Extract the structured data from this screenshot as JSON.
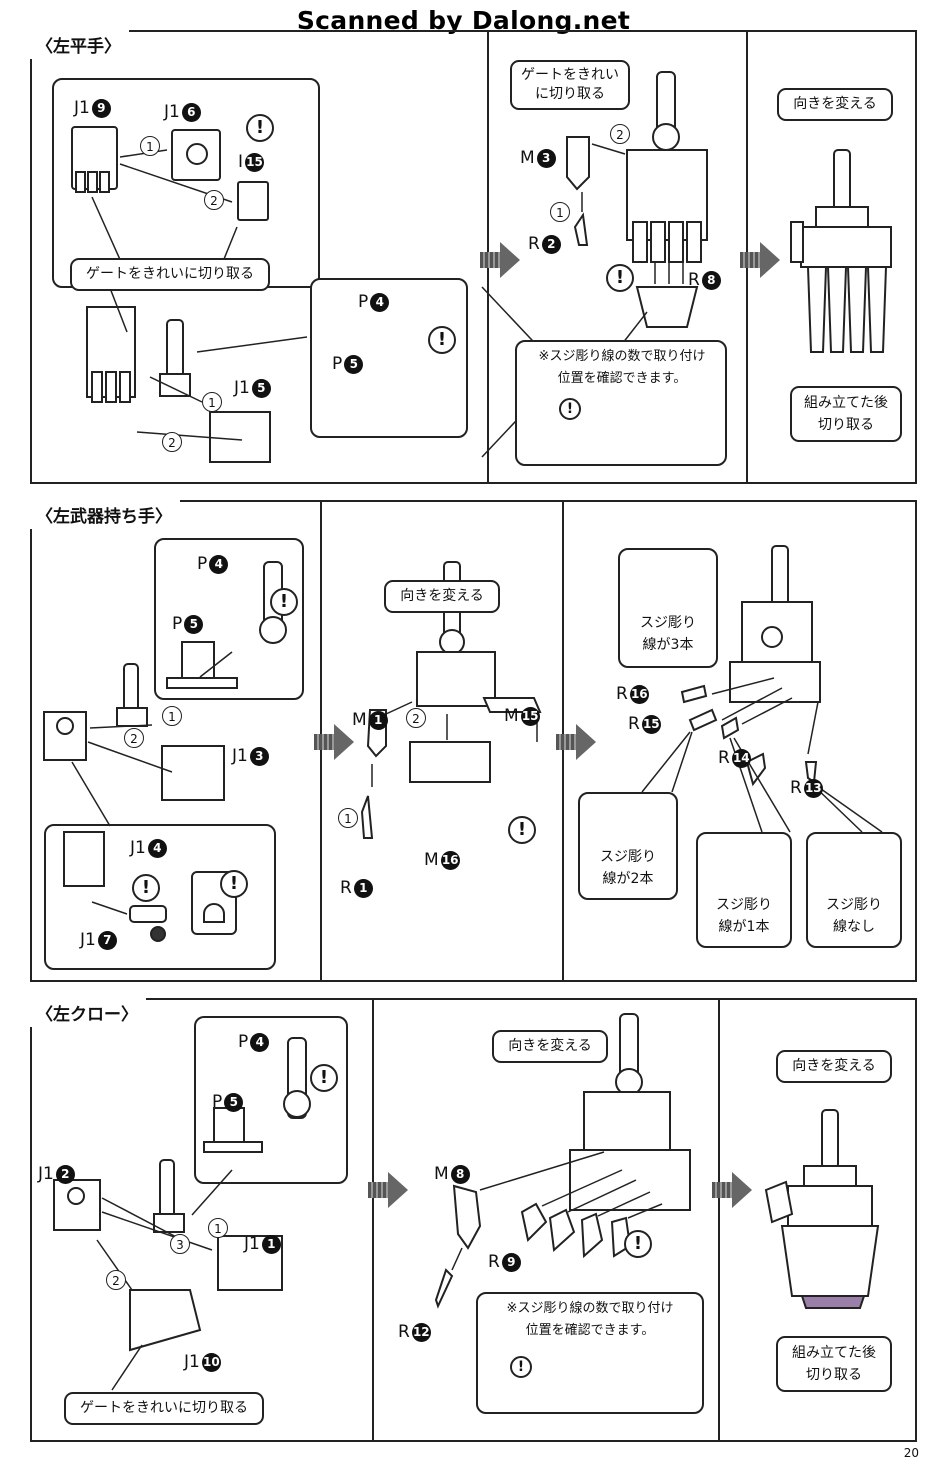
{
  "watermark": "Scanned by Dalong.net",
  "page_number": "20",
  "sections": {
    "left_flat_hand": {
      "title": "〈左平手〉",
      "parts": {
        "j1_9": {
          "letter": "J1",
          "num": "9"
        },
        "j1_6": {
          "letter": "J1",
          "num": "6"
        },
        "i_15": {
          "letter": "I",
          "num": "15"
        },
        "p_4": {
          "letter": "P",
          "num": "4"
        },
        "p_5": {
          "letter": "P",
          "num": "5"
        },
        "j1_5": {
          "letter": "J1",
          "num": "5"
        },
        "m_3": {
          "letter": "M",
          "num": "3"
        },
        "r_2": {
          "letter": "R",
          "num": "2"
        },
        "r_8": {
          "letter": "R",
          "num": "8"
        }
      },
      "callouts": {
        "gate_cut_1": "ゲートをきれいに切り取る",
        "gate_cut_2_line1": "ゲートをきれい",
        "gate_cut_2_line2": "に切り取る",
        "turn": "向きを変える",
        "cut_after_line1": "組み立てた後",
        "cut_after_line2": "切り取る",
        "note_line1": "※スジ彫り線の数で取り付け",
        "note_line2": "位置を確認できます。"
      }
    },
    "left_weapon_hand": {
      "title": "〈左武器持ち手〉",
      "parts": {
        "p_4": {
          "letter": "P",
          "num": "4"
        },
        "p_5": {
          "letter": "P",
          "num": "5"
        },
        "j1_3": {
          "letter": "J1",
          "num": "3"
        },
        "j1_4": {
          "letter": "J1",
          "num": "4"
        },
        "j1_7": {
          "letter": "J1",
          "num": "7"
        },
        "m_1": {
          "letter": "M",
          "num": "1"
        },
        "m_15": {
          "letter": "M",
          "num": "15"
        },
        "m_16": {
          "letter": "M",
          "num": "16"
        },
        "r_1": {
          "letter": "R",
          "num": "1"
        },
        "r_16": {
          "letter": "R",
          "num": "16"
        },
        "r_15": {
          "letter": "R",
          "num": "15"
        },
        "r_14": {
          "letter": "R",
          "num": "14"
        },
        "r_13": {
          "letter": "R",
          "num": "13"
        }
      },
      "callouts": {
        "turn": "向きを変える",
        "lines3_a": "スジ彫り",
        "lines3_b": "線が3本",
        "lines2_a": "スジ彫り",
        "lines2_b": "線が2本",
        "lines1_a": "スジ彫り",
        "lines1_b": "線が1本",
        "lines0_a": "スジ彫り",
        "lines0_b": "線なし"
      }
    },
    "left_claw": {
      "title": "〈左クロー〉",
      "parts": {
        "p_4": {
          "letter": "P",
          "num": "4"
        },
        "p_5": {
          "letter": "P",
          "num": "5"
        },
        "j1_2": {
          "letter": "J1",
          "num": "2"
        },
        "j1_1": {
          "letter": "J1",
          "num": "1"
        },
        "j1_10": {
          "letter": "J1",
          "num": "10"
        },
        "m_8": {
          "letter": "M",
          "num": "8"
        },
        "r_9": {
          "letter": "R",
          "num": "9"
        },
        "r_12": {
          "letter": "R",
          "num": "12"
        }
      },
      "callouts": {
        "gate_cut": "ゲートをきれいに切り取る",
        "turn_1": "向きを変える",
        "turn_2": "向きを変える",
        "cut_after_line1": "組み立てた後",
        "cut_after_line2": "切り取る",
        "note_line1": "※スジ彫り線の数で取り付け",
        "note_line2": "位置を確認できます。"
      }
    }
  },
  "steps": {
    "one": "1",
    "two": "2",
    "three": "3"
  },
  "warning_symbol": "!"
}
